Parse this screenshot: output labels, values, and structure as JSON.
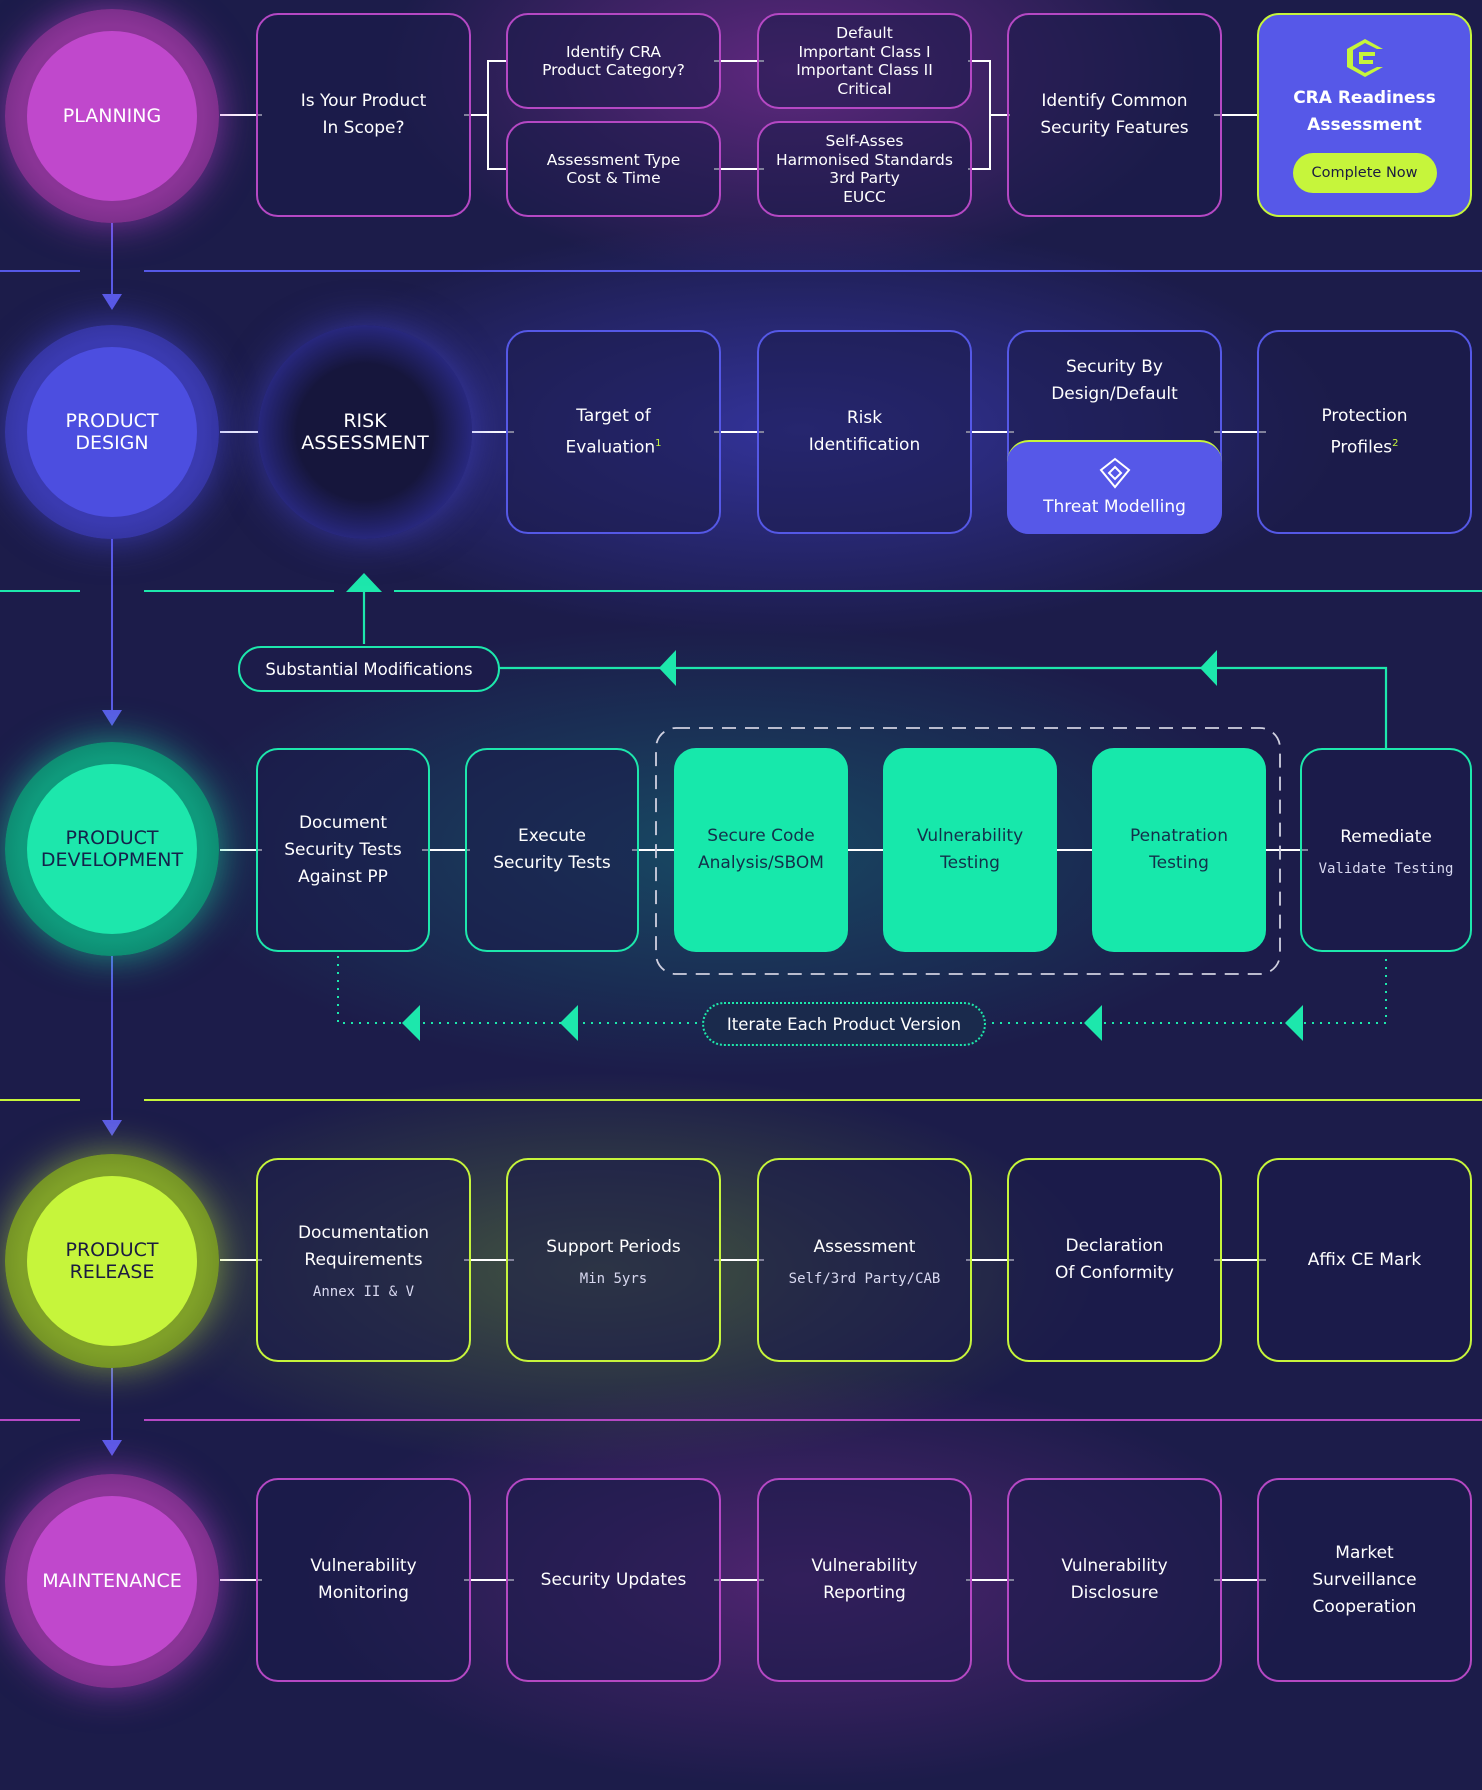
{
  "colors": {
    "background": "#1c1c4a",
    "purple": "#b548c4",
    "blue": "#5558e6",
    "green": "#1de7ac",
    "lime": "#c6f53b"
  },
  "stages": {
    "planning": "PLANNING",
    "design": "PRODUCT\nDESIGN",
    "development": "PRODUCT\nDEVELOPMENT",
    "release": "PRODUCT\nRELEASE",
    "maintenance": "MAINTENANCE"
  },
  "planning": {
    "scope": "Is Your Product\nIn Scope?",
    "category": "Identify CRA\nProduct Category?",
    "assessment": "Assessment Type\nCost & Time",
    "classes": "Default\nImportant Class I\nImportant Class II\nCritical",
    "standards": "Self-Asses\nHarmonised Standards\n3rd Party\nEUCC",
    "features": "Identify Common\nSecurity Features",
    "cta_title": "CRA Readiness\nAssessment",
    "cta_button": "Complete Now",
    "cta_icon": "cra-logo-icon"
  },
  "design": {
    "risk_assessment": "RISK\nASSESSMENT",
    "toe": "Target of\nEvaluation",
    "toe_sup": "1",
    "risk_id": "Risk\nIdentification",
    "security_by_default": "Security By\nDesign/Default",
    "threat_modelling": "Threat Modelling",
    "threat_icon": "shield-icon",
    "protection": "Protection\nProfiles",
    "protection_sup": "2"
  },
  "development": {
    "substantial": "Substantial Modifications",
    "document_tests": "Document\nSecurity Tests\nAgainst PP",
    "execute_tests": "Execute\nSecurity Tests",
    "sca": "Secure Code\nAnalysis/SBOM",
    "vuln_testing": "Vulnerability\nTesting",
    "pen_testing": "Penatration\nTesting",
    "remediate": "Remediate",
    "remediate_sub": "Validate Testing",
    "iterate": "Iterate Each Product Version"
  },
  "release": {
    "docs": "Documentation\nRequirements",
    "docs_sub": "Annex II & V",
    "support": "Support Periods",
    "support_sub": "Min 5yrs",
    "assessment": "Assessment",
    "assessment_sub": "Self/3rd Party/CAB",
    "declaration": "Declaration\nOf Conformity",
    "ce_mark": "Affix CE Mark"
  },
  "maintenance": {
    "monitoring": "Vulnerability\nMonitoring",
    "updates": "Security Updates",
    "reporting": "Vulnerability\nReporting",
    "disclosure": "Vulnerability\nDisclosure",
    "surveillance": "Market\nSurveillance\nCooperation"
  }
}
